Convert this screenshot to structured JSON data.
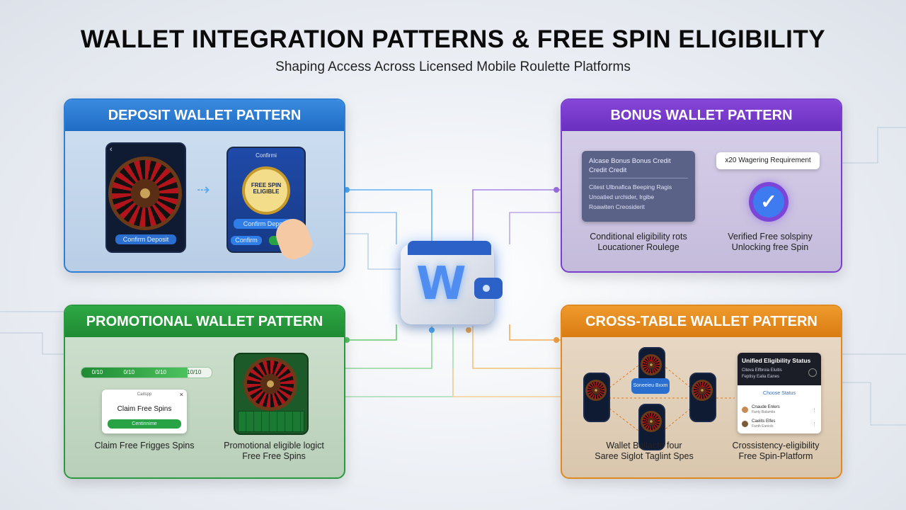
{
  "header": {
    "title": "WALLET INTEGRATION PATTERNS & FREE SPIN ELIGIBILITY",
    "subtitle": "Shaping Access Across Licensed Mobile Roulette Platforms"
  },
  "center": {
    "wallet_letter": "W"
  },
  "panels": {
    "deposit": {
      "title": "DEPOSIT WALLET PATTERN",
      "phone1_button": "Confirm Deposit",
      "phone2_title": "Confirmi",
      "badge_line1": "FREE SPIN",
      "badge_line2": "ELIGIBLE",
      "phone2_button": "Confirm Deposit",
      "phone2_small_button": "Confirm"
    },
    "bonus": {
      "title": "BONUS WALLET PATTERN",
      "card_title_line1": "Alcase Bonus Bonus Credit",
      "card_title_line2": "Credit Credit",
      "card_body_line1": "Citest Ulbnafica Beeping Ragis",
      "card_body_line2": "Unoatied urchider, lrgibe",
      "card_body_line3": "Roawiten Creosiderit",
      "wager_label": "x20 Wagering Requirement",
      "caption_left_line1": "Conditional eligibility rots",
      "caption_left_line2": "Loucationer Roulege",
      "caption_right_line1": "Verified Free solspiny",
      "caption_right_line2": "Unlocking free Spin"
    },
    "promotional": {
      "title": "PROMOTIONAL WALLET PATTERN",
      "progress_labels": [
        "0/10",
        "0/10",
        "0/10",
        "10/10"
      ],
      "modal_header": "Caitspp",
      "modal_title": "Claim Free Spins",
      "modal_button": "Centinnime",
      "caption_left": "Claim Free Frigges Spins",
      "caption_right_line1": "Promotional eligible logict",
      "caption_right_line2": "Free Free Spins"
    },
    "crosstable": {
      "title": "CROSS-TABLE WALLET PATTERN",
      "center_chip": "Soneeieu Bxxm",
      "status_title": "Unified Eligibility Status",
      "status_line1": "Citeva Elfbroia Eluitis",
      "status_line2": "Feptisy Ealia Eanes",
      "status_button": "Choose Status",
      "status_rows": [
        {
          "name": "Cnaude Enlers",
          "sub": "Fanty Balamits"
        },
        {
          "name": "Caelits Elfes",
          "sub": "Fanth Eaniols"
        }
      ],
      "caption_left_line1": "Wallet Ballacte four",
      "caption_left_line2": "Saree Siglot Taglint Spes",
      "caption_right_line1": "Crossistency-eligibility",
      "caption_right_line2": "Free Spin-Platform"
    }
  }
}
